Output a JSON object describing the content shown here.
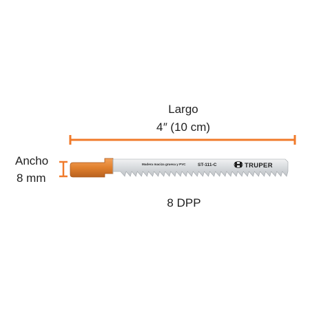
{
  "length": {
    "title": "Largo",
    "value_inches": "4″",
    "value_cm": "(10 cm)"
  },
  "width": {
    "title": "Ancho",
    "value": "8 mm"
  },
  "teeth": {
    "value": "8 DPP"
  },
  "blade": {
    "material_text": "Madera maciza gruesa y PVC",
    "model": "ST-111-C",
    "brand": "TRUPER",
    "accent_color": "#f07a2a",
    "shank_color": "#e58a35",
    "blade_color": "#d4d7da"
  }
}
